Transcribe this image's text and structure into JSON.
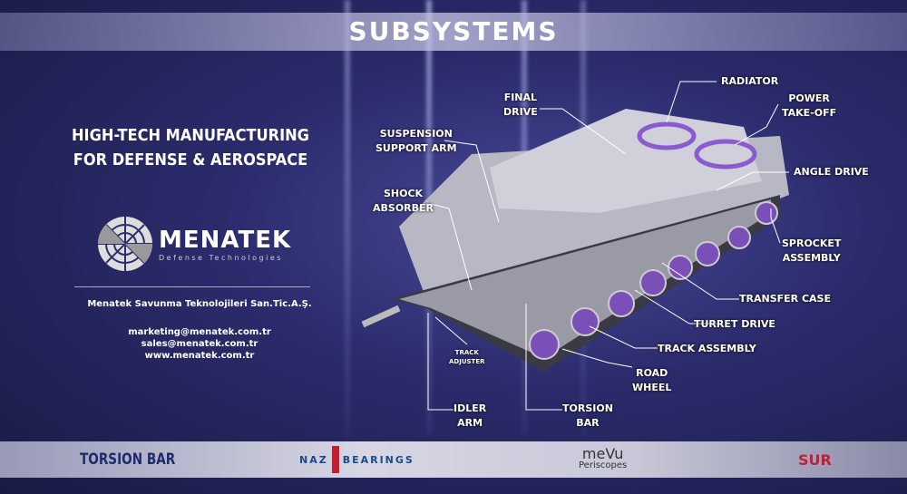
{
  "title": "SUBSYSTEMS",
  "headline": [
    "HIGH-TECH MANUFACTURING",
    "FOR DEFENSE & AEROSPACE"
  ],
  "brand": {
    "name": "MENATEK",
    "tagline": "Defense Technologies"
  },
  "company": "Menatek Savunma Teknolojileri San.Tic.A.Ş.",
  "contacts": [
    "marketing@menatek.com.tr",
    "sales@menatek.com.tr",
    "www.menatek.com.tr"
  ],
  "labels": {
    "final_drive": [
      "FINAL",
      "DRIVE"
    ],
    "radiator": [
      "RADIATOR"
    ],
    "power_takeoff": [
      "POWER",
      "TAKE-OFF"
    ],
    "suspension": [
      "SUSPENSION",
      "SUPPORT ARM"
    ],
    "angle_drive": [
      "ANGLE DRIVE"
    ],
    "shock": [
      "SHOCK",
      "ABSORBER"
    ],
    "sprocket": [
      "SPROCKET",
      "ASSEMBLY"
    ],
    "transfer_case": [
      "TRANSFER CASE"
    ],
    "turret_drive": [
      "TURRET DRIVE"
    ],
    "track_assembly": [
      "TRACK ASSEMBLY"
    ],
    "road_wheel": [
      "ROAD",
      "WHEEL"
    ],
    "track_adjuster": [
      "TRACK",
      "ADJUSTER"
    ],
    "idler_arm": [
      "IDLER",
      "ARM"
    ],
    "torsion_bar": [
      "TORSION",
      "BAR"
    ]
  },
  "footer": {
    "torsion": "TORSION BAR",
    "naz_left": "NAZ",
    "naz_right": "BEARINGS",
    "mevu": "meVu",
    "mevu_sub": "Periscopes",
    "sur": "SUR"
  },
  "colors": {
    "accent": "#8a5ad0",
    "footer_text": "#1f2a6e",
    "naz": "#1a4a8a",
    "sur": "#c02030"
  }
}
